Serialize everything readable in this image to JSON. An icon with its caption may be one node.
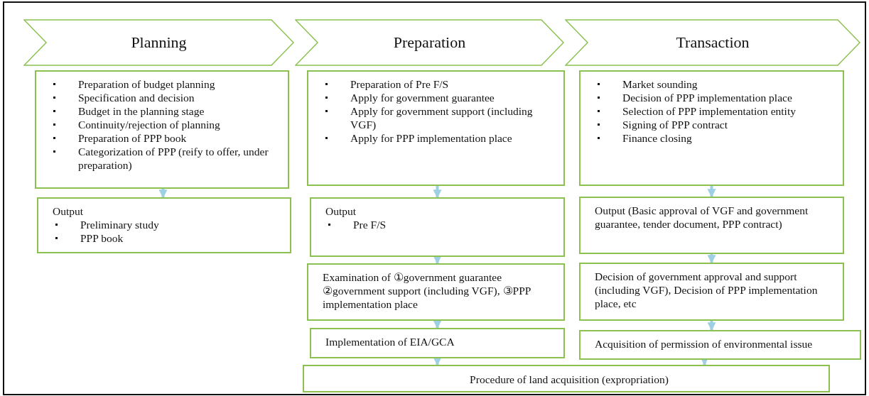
{
  "diagram": {
    "nodes": [
      {
        "text": [
          "Planning"
        ]
      },
      {
        "text": [
          "Preparation"
        ]
      },
      {
        "text": [
          "Transaction"
        ]
      },
      {
        "text": [
          "Preparation of budget planning",
          "Specification and decision",
          "Budget in the planning stage",
          "Continuity/rejection of planning",
          "Preparation of PPP book",
          "Categorization of PPP (reify to offer, under preparation)"
        ]
      },
      {
        "text": [
          "Output",
          "Preliminary study",
          "PPP book"
        ]
      },
      {
        "text": [
          "Preparation of Pre F/S",
          "Apply for government guarantee",
          "Apply for government support (including VGF)",
          "Apply for PPP implementation place"
        ]
      },
      {
        "text": [
          "Output",
          "Pre F/S"
        ]
      },
      {
        "text": [
          "Examination of ①government guarantee ②government support (including VGF), ③PPP implementation place"
        ]
      },
      {
        "text": [
          "Implementation of EIA/GCA"
        ]
      },
      {
        "text": [
          "Market sounding",
          "Decision of PPP implementation place",
          "Selection of PPP implementation entity",
          "Signing of PPP contract",
          "Finance closing"
        ]
      },
      {
        "text": [
          "Output (Basic approval of VGF and government guarantee, tender document, PPP contract)"
        ]
      },
      {
        "text": [
          "Decision of government approval and support (including VGF), Decision of PPP implementation place, etc"
        ]
      },
      {
        "text": [
          "Acquisition of permission of environmental issue"
        ]
      },
      {
        "text": [
          "Procedure of land acquisition (expropriation)"
        ]
      }
    ],
    "edges": [
      {
        "from": 3,
        "to": 4,
        "arrow": "to"
      },
      {
        "from": 5,
        "to": 6,
        "arrow": "to"
      },
      {
        "from": 6,
        "to": 7,
        "arrow": "to"
      },
      {
        "from": 7,
        "to": 8,
        "arrow": "to"
      },
      {
        "from": 8,
        "to": 13,
        "arrow": "to"
      },
      {
        "from": 9,
        "to": 10,
        "arrow": "to"
      },
      {
        "from": 10,
        "to": 11,
        "arrow": "to"
      },
      {
        "from": 11,
        "to": 12,
        "arrow": "to"
      },
      {
        "from": 12,
        "to": 13,
        "arrow": "to"
      }
    ]
  }
}
